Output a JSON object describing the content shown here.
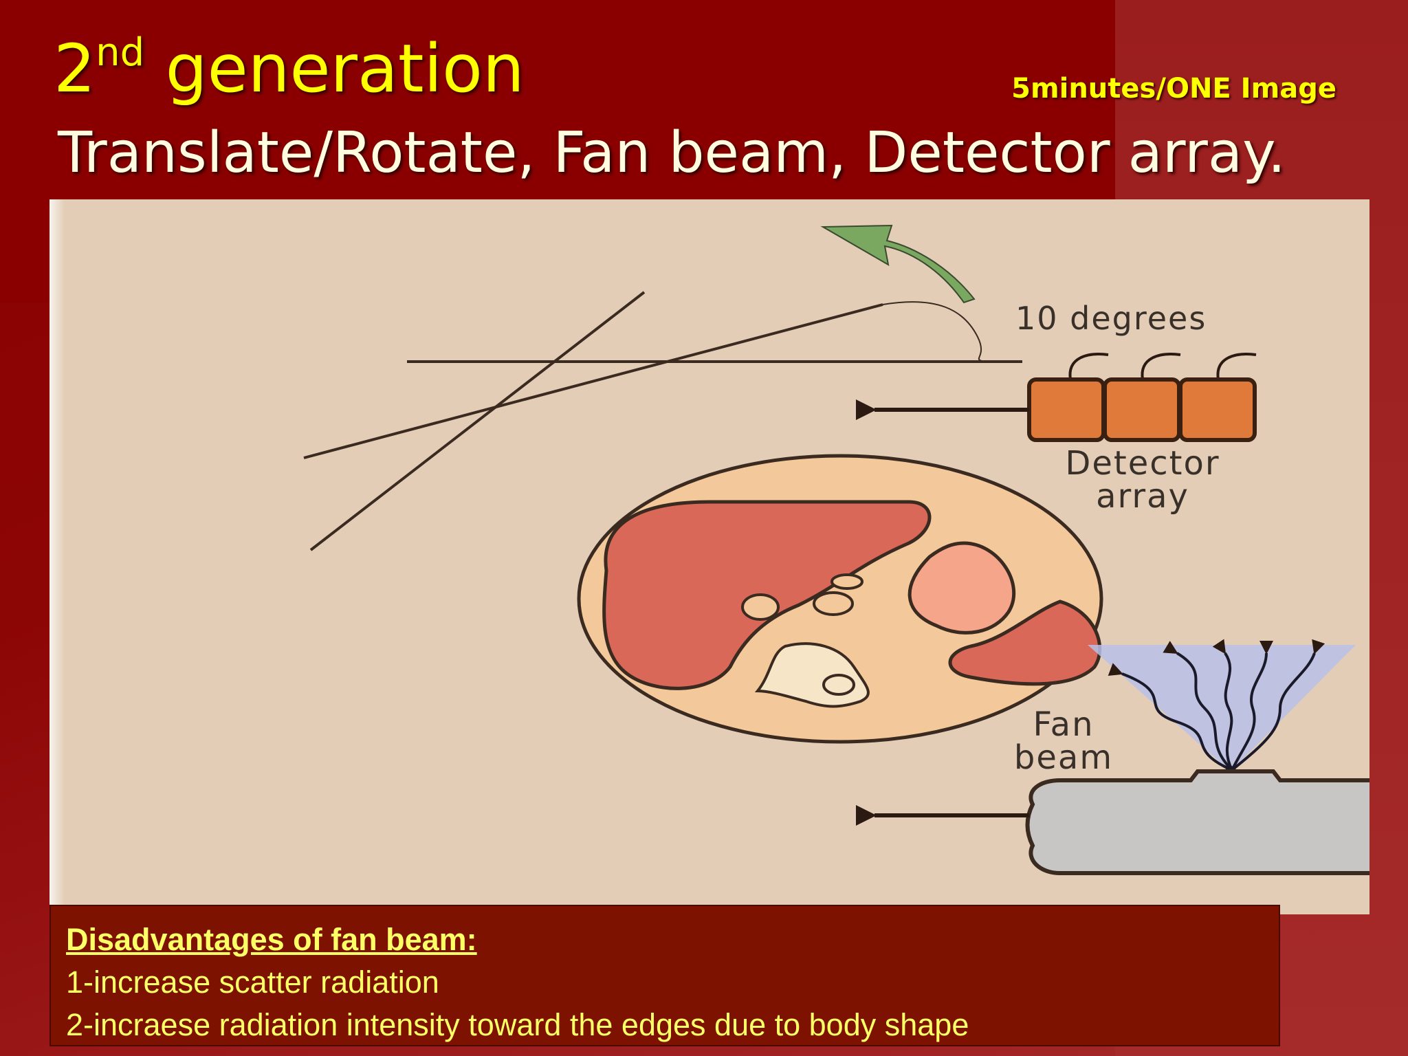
{
  "title": {
    "generation_number": "2",
    "generation_suffix": "nd",
    "generation_word": "generation",
    "scan_time": "5minutes/ONE Image",
    "description": "Translate/Rotate, Fan beam, Detector array."
  },
  "figure": {
    "label_degrees": "10 degrees",
    "label_detector_line1": "Detector",
    "label_detector_line2": "array",
    "label_fan_line1": "Fan",
    "label_fan_line2": "beam"
  },
  "disadvantages": {
    "heading": "Disadvantages of fan beam:",
    "items": [
      "1-increase scatter radiation",
      "2-incraese radiation intensity toward the edges due to body shape"
    ]
  },
  "colors": {
    "background": "#8a0000",
    "title_yellow": "#ffff00",
    "figure_bg": "#e3cdb6",
    "textbox_bg": "#7d1200"
  }
}
